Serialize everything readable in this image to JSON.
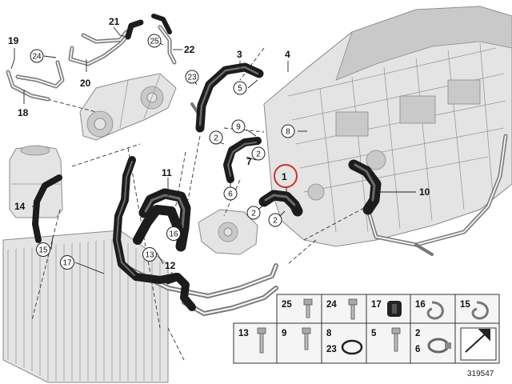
{
  "diagram": {
    "reference_number": "319547",
    "labels": {
      "l1": "1",
      "l2a": "2",
      "l2b": "2",
      "l2c": "2",
      "l2d": "2",
      "l3": "3",
      "l4": "4",
      "l5": "5",
      "l6": "6",
      "l7": "7",
      "l8": "8",
      "l9": "9",
      "l10": "10",
      "l11": "11",
      "l12": "12",
      "l13": "13",
      "l14": "14",
      "l15": "15",
      "l16": "16",
      "l17": "17",
      "l18": "18",
      "l19": "19",
      "l20": "20",
      "l21": "21",
      "l22": "22",
      "l23": "23",
      "l24": "24",
      "l25": "25"
    },
    "legend_row1": [
      "25",
      "24",
      "17",
      "16",
      "15"
    ],
    "legend_row2": [
      "13",
      "9",
      "8",
      "23",
      "5",
      "2",
      "6"
    ],
    "highlight_color": "#d03030",
    "hose_color": "#1c1c1c",
    "engine_color": "#e4e4e4"
  }
}
